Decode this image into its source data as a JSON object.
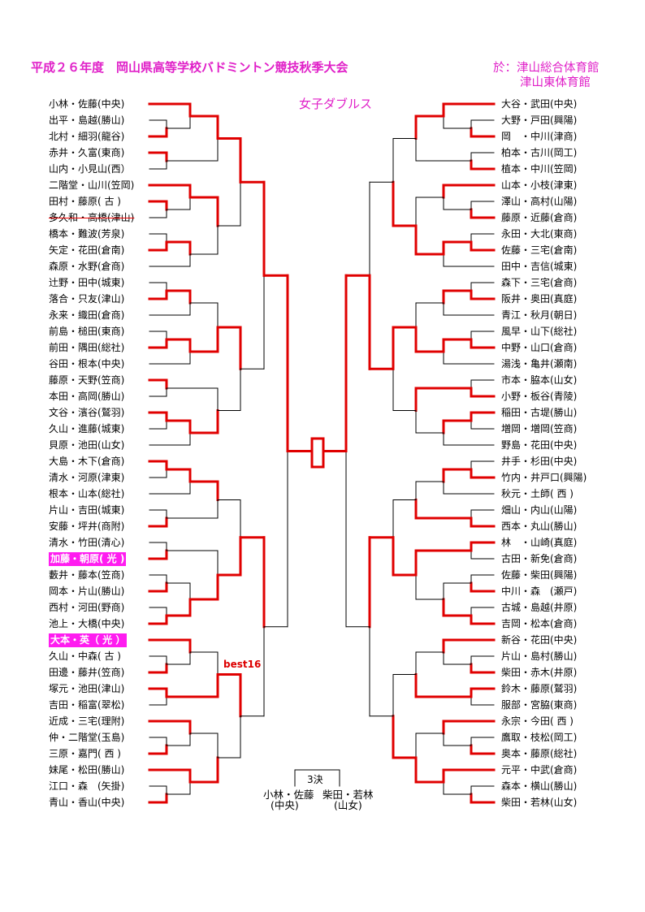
{
  "header": {
    "title": "平成２６年度　岡山県高等学校バドミントン競技秋季大会",
    "venue_line1": "於：津山総合体育館",
    "venue_line2": "津山東体育館",
    "event": "女子ダブルス"
  },
  "left_players": [
    "小林・佐藤(中央)",
    "出平・島越(勝山)",
    "北村・細羽(龍谷)",
    "赤井・久富(東商)",
    "山内・小見山(西）",
    "二階堂・山川(笠岡)",
    "田村・藤原( 古 )",
    "多久和・高橋(津山)",
    "橋本・難波(芳泉)",
    "矢定・花田(倉南)",
    "森原・水野(倉商)",
    "辻野・田中(城東)",
    "落合・只友(津山)",
    "永来・織田(倉商)",
    "前島・槌田(東商)",
    "前田・隅田(総社)",
    "谷田・根本(中央)",
    "藤原・天野(笠商)",
    "本田・高岡(勝山)",
    "文谷・濱谷(鷲羽)",
    "久山・進藤(城東)",
    "貝原・池田(山女)",
    "大島・木下(倉商)",
    "清水・河原(津東)",
    "根本・山本(総社)",
    "片山・吉田(城東)",
    "安藤・坪井(商附)",
    "清水・竹田(清心)",
    "加藤・朝原( 光 )",
    "藪井・藤本(笠商)",
    "岡本・片山(勝山)",
    "西村・河田(野商)",
    "池上・大橋(中央)",
    "大本・英（ 光 ）",
    "久山・中森( 古 )",
    "田邊・藤井(笠商)",
    "塚元・池田(津山)",
    "吉田・稲富(翠松)",
    "近成・三宅(理附)",
    "仲・二階堂(玉島)",
    "三原・嘉門( 西 )",
    "妹尾・松田(勝山)",
    "江口・森　(矢掛)",
    "青山・香山(中央)"
  ],
  "right_players": [
    "大谷・武田(中央)",
    "大野・戸田(興陽)",
    "岡　・中川(津商)",
    "柏本・古川(岡工)",
    "植本・中川(笠岡)",
    "山本・小枝(津東)",
    "澤山・高村(山陽)",
    "藤原・近藤(倉商)",
    "永田・大北(東商)",
    "佐藤・三宅(倉南)",
    "田中・吉信(城東)",
    "森下・三宅(倉商)",
    "阪井・奥田(真庭)",
    "青江・秋月(朝日)",
    "風早・山下(総社)",
    "中野・山口(倉商)",
    "湯浅・亀井(瀬南)",
    "市本・脇本(山女)",
    "小野・板谷(青陵)",
    "稲田・古堤(勝山)",
    "増岡・増岡(笠商)",
    "野島・花田(中央)",
    "井手・杉田(中央)",
    "竹内・井戸口(興陽)",
    "秋元・土師( 西 )",
    "畑山・内山(山陽)",
    "西本・丸山(勝山)",
    "林　・山崎(真庭)",
    "古田・新免(倉商)",
    "佐藤・柴田(興陽)",
    "中川・森　(瀬戸)",
    "古城・島越(井原)",
    "吉岡・松本(倉商)",
    "新谷・花田(中央)",
    "片山・島村(勝山)",
    "柴田・赤木(井原)",
    "鈴木・藤原(鷲羽)",
    "服部・宮脇(東商)",
    "永宗・今田( 西 )",
    "鷹取・枝松(岡工)",
    "奥本・藤原(総社)",
    "元平・中武(倉商)",
    "森本・横山(勝山)",
    "柴田・若林(山女)"
  ],
  "annotations": {
    "best16": "best16"
  },
  "third_place": {
    "label": "3決",
    "player1": "小林・佐藤",
    "school1": "(中央)",
    "player2": "柴田・若林",
    "school2": "(山女)"
  },
  "colors": {
    "title": "#e020c8",
    "winner_line": "#e00000",
    "bracket_line": "#000000",
    "highlight": "#ff1cf0"
  }
}
